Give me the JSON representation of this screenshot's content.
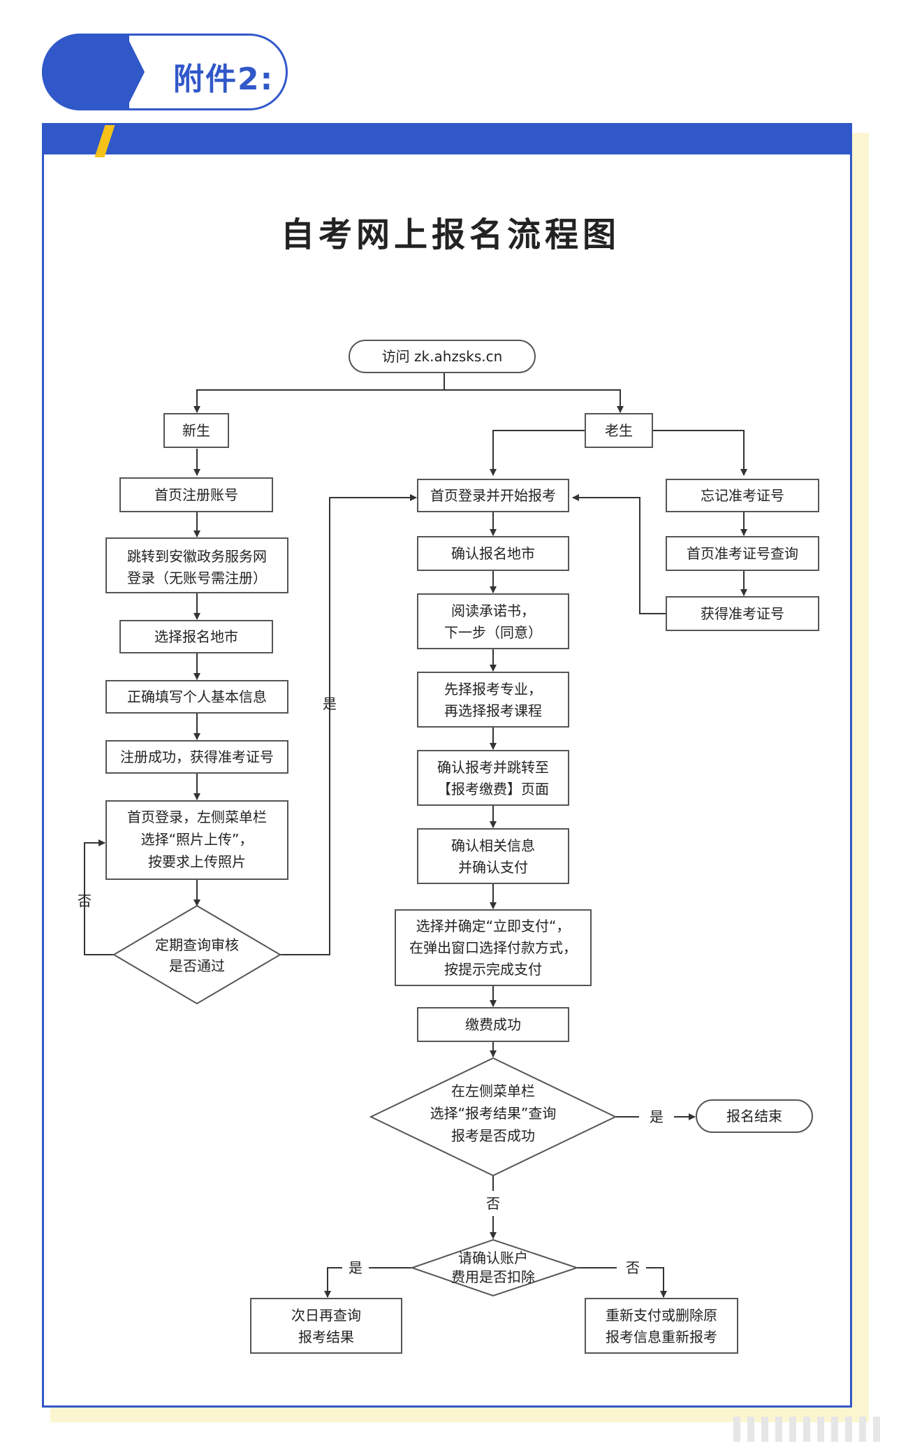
{
  "tab_label": "附件2:",
  "title": "自考网上报名流程图",
  "colors": {
    "accent": "#3158c9",
    "highlight": "#f6c21a",
    "shadow": "#fbf6cf"
  },
  "nodes": {
    "visit": "访问 zk.ahzsks.cn",
    "new_student": "新生",
    "old_student": "老生",
    "register": "首页注册账号",
    "jump_gov_1": "跳转到安徽政务服务网",
    "jump_gov_2": "登录（无账号需注册）",
    "choose_city_new": "选择报名地市",
    "fill_info": "正确填写个人基本信息",
    "reg_success": "注册成功，获得准考证号",
    "upload_1": "首页登录，左侧菜单栏",
    "upload_2": "选择“照片上传”，",
    "upload_3": "按要求上传照片",
    "review_1": "定期查询审核",
    "review_2": "是否通过",
    "login_start": "首页登录并开始报考",
    "confirm_city": "确认报名地市",
    "read_1": "阅读承诺书，",
    "read_2": "下一步（同意）",
    "major_1": "先择报考专业，",
    "major_2": "再选择报考课程",
    "pay_page_1": "确认报考并跳转至",
    "pay_page_2": "【报考缴费】页面",
    "confirm_info_1": "确认相关信息",
    "confirm_info_2": "并确认支付",
    "pay_now_1": "选择并确定“立即支付“，",
    "pay_now_2": "在弹出窗口选择付款方式，",
    "pay_now_3": "按提示完成支付",
    "pay_success": "缴费成功",
    "result_1": "在左侧菜单栏",
    "result_2": "选择“报考结果”查询",
    "result_3": "报考是否成功",
    "end": "报名结束",
    "deduct_1": "请确认账户",
    "deduct_2": "费用是否扣除",
    "next_day_1": "次日再查询",
    "next_day_2": "报考结果",
    "repay_1": "重新支付或删除原",
    "repay_2": "报考信息重新报考",
    "forgot": "忘记准考证号",
    "query_no": "首页准考证号查询",
    "get_no": "获得准考证号"
  },
  "edge_labels": {
    "yes": "是",
    "no": "否"
  }
}
